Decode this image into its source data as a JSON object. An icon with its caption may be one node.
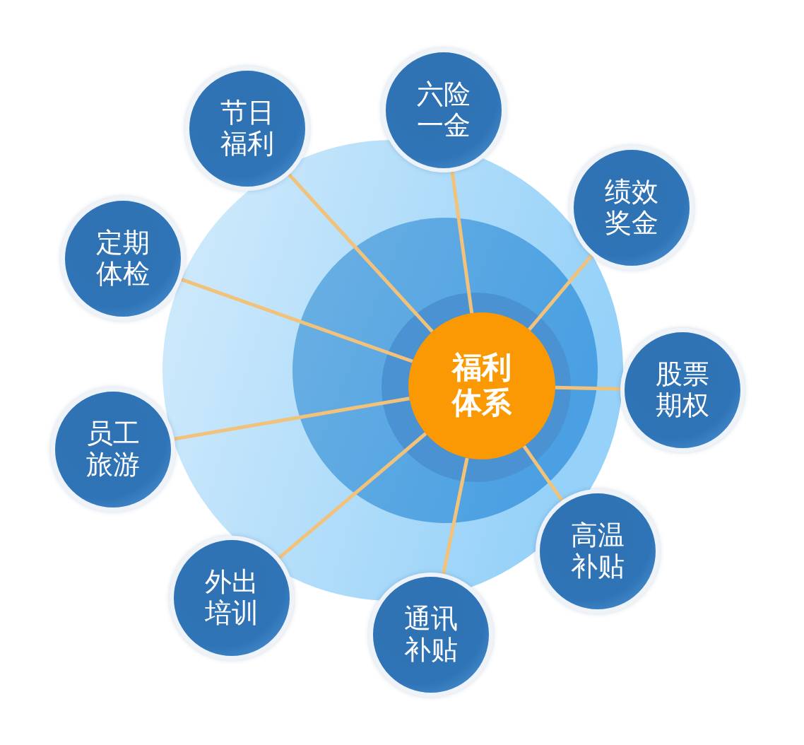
{
  "diagram": {
    "nodes": [
      {
        "text": [
          "福利体系"
        ]
      },
      {
        "text": [
          "节日福利"
        ]
      },
      {
        "text": [
          "六险一金"
        ]
      },
      {
        "text": [
          "绩效奖金"
        ]
      },
      {
        "text": [
          "股票期权"
        ]
      },
      {
        "text": [
          "高温补贴"
        ]
      },
      {
        "text": [
          "通讯补贴"
        ]
      },
      {
        "text": [
          "外出培训"
        ]
      },
      {
        "text": [
          "员工旅游"
        ]
      },
      {
        "text": [
          "定期体检"
        ]
      }
    ],
    "edges": [
      {
        "from": 0,
        "to": 1,
        "arrow": "none"
      },
      {
        "from": 0,
        "to": 2,
        "arrow": "none"
      },
      {
        "from": 0,
        "to": 3,
        "arrow": "none"
      },
      {
        "from": 0,
        "to": 4,
        "arrow": "none"
      },
      {
        "from": 0,
        "to": 5,
        "arrow": "none"
      },
      {
        "from": 0,
        "to": 6,
        "arrow": "none"
      },
      {
        "from": 0,
        "to": 7,
        "arrow": "none"
      },
      {
        "from": 0,
        "to": 8,
        "arrow": "none"
      },
      {
        "from": 0,
        "to": 9,
        "arrow": "none"
      }
    ]
  }
}
